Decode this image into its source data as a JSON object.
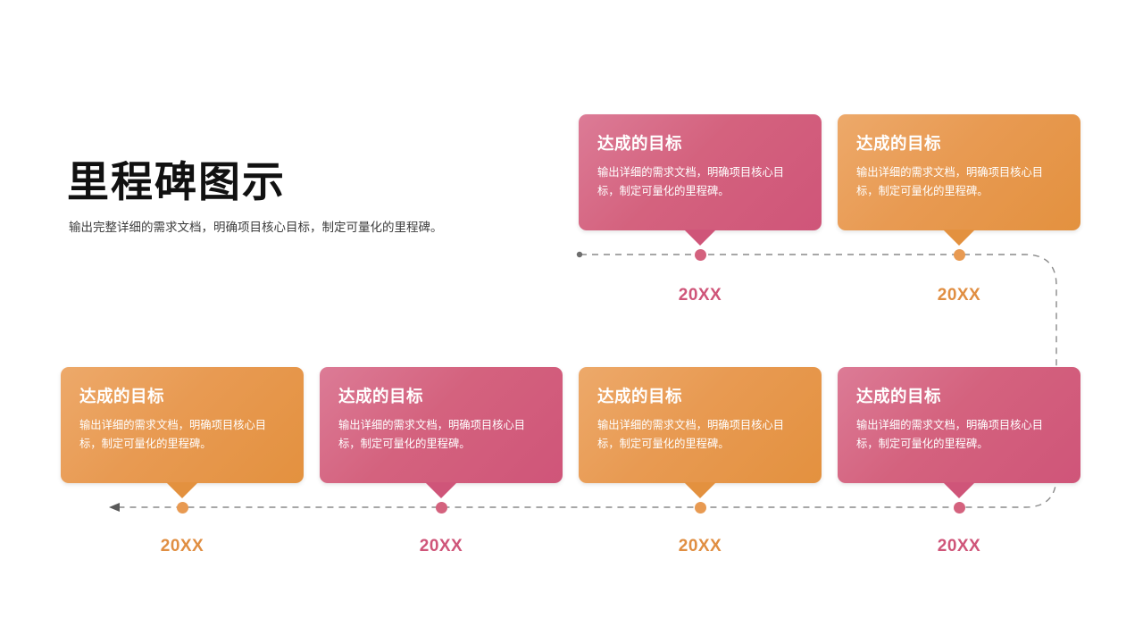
{
  "heading": {
    "title": "里程碑图示",
    "subtitle": "输出完整详细的需求文档，明确项目核心目标，制定可量化的里程碑。"
  },
  "colors": {
    "pink": "#d4627e",
    "pink_dark": "#cf5579",
    "orange": "#e89a52",
    "orange_dark": "#e3913f",
    "line": "#8a8a8a",
    "title": "#111111",
    "subtitle": "#3c3c3c",
    "background": "#ffffff"
  },
  "timeline": {
    "top_row": [
      {
        "title": "达成的目标",
        "body": "输出详细的需求文档，明确项目核心目标，制定可量化的里程碑。",
        "year": "20XX",
        "color": "pink"
      },
      {
        "title": "达成的目标",
        "body": "输出详细的需求文档，明确项目核心目标，制定可量化的里程碑。",
        "year": "20XX",
        "color": "orange"
      }
    ],
    "bottom_row": [
      {
        "title": "达成的目标",
        "body": "输出详细的需求文档，明确项目核心目标，制定可量化的里程碑。",
        "year": "20XX",
        "color": "orange"
      },
      {
        "title": "达成的目标",
        "body": "输出详细的需求文档，明确项目核心目标，制定可量化的里程碑。",
        "year": "20XX",
        "color": "pink"
      },
      {
        "title": "达成的目标",
        "body": "输出详细的需求文档，明确项目核心目标，制定可量化的里程碑。",
        "year": "20XX",
        "color": "orange"
      },
      {
        "title": "达成的目标",
        "body": "输出详细的需求文档，明确项目核心目标，制定可量化的里程碑。",
        "year": "20XX",
        "color": "pink"
      }
    ]
  }
}
